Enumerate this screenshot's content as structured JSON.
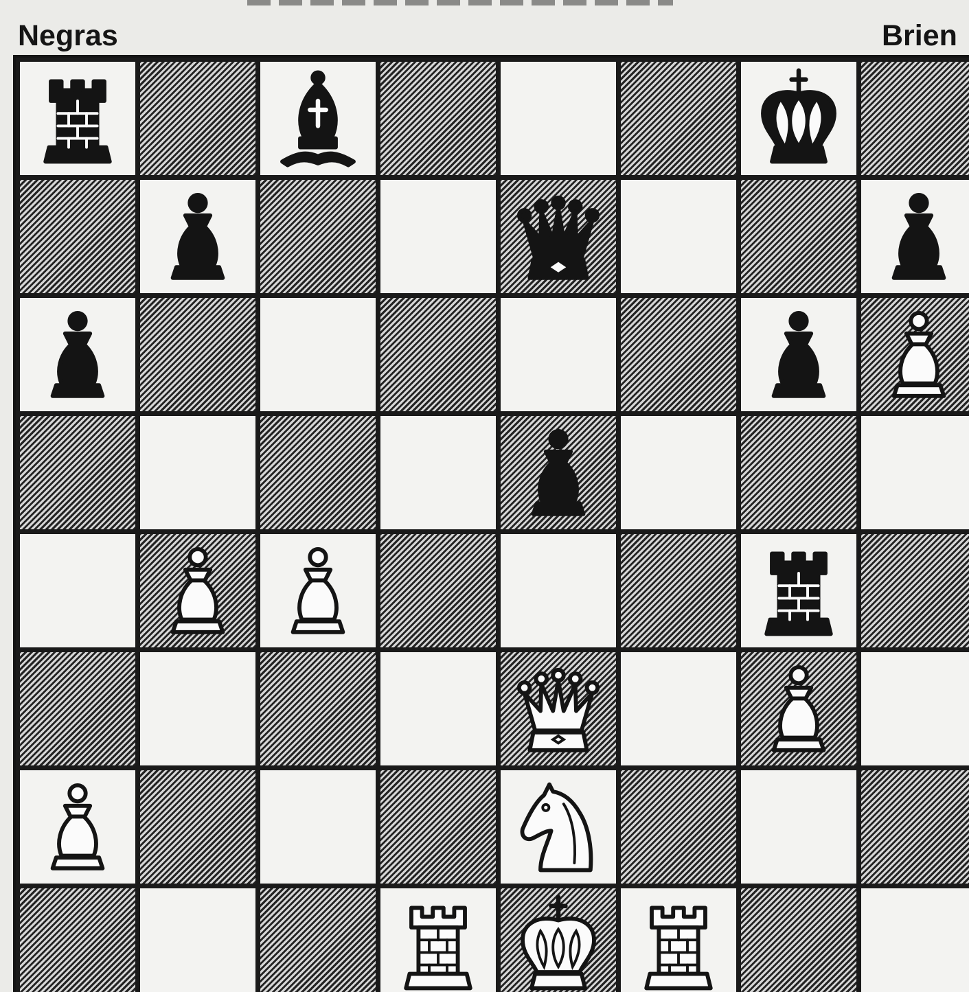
{
  "labels": {
    "left": "Negras",
    "right": "Brien"
  },
  "board": {
    "rows": [
      [
        "bR",
        "",
        "bB",
        "",
        "",
        "",
        "bK",
        ""
      ],
      [
        "",
        "bP",
        "",
        "",
        "bQ",
        "",
        "",
        "bP"
      ],
      [
        "bP",
        "",
        "",
        "",
        "",
        "",
        "bP",
        "wP"
      ],
      [
        "",
        "",
        "",
        "",
        "bP",
        "",
        "",
        ""
      ],
      [
        "",
        "wP",
        "wP",
        "",
        "",
        "",
        "bR",
        ""
      ],
      [
        "",
        "",
        "",
        "",
        "wQ",
        "",
        "wP",
        ""
      ],
      [
        "wP",
        "",
        "",
        "",
        "wN",
        "",
        "",
        ""
      ],
      [
        "",
        "",
        "",
        "wR",
        "wK",
        "wR",
        "",
        ""
      ]
    ]
  },
  "piece_names": {
    "P": "pawn",
    "R": "rook",
    "N": "knight",
    "B": "bishop",
    "Q": "queen",
    "K": "king"
  },
  "colors": {
    "dark_piece": "#141414",
    "light_piece_fill": "#fbfbfb",
    "board_line": "#1a1a1a"
  }
}
